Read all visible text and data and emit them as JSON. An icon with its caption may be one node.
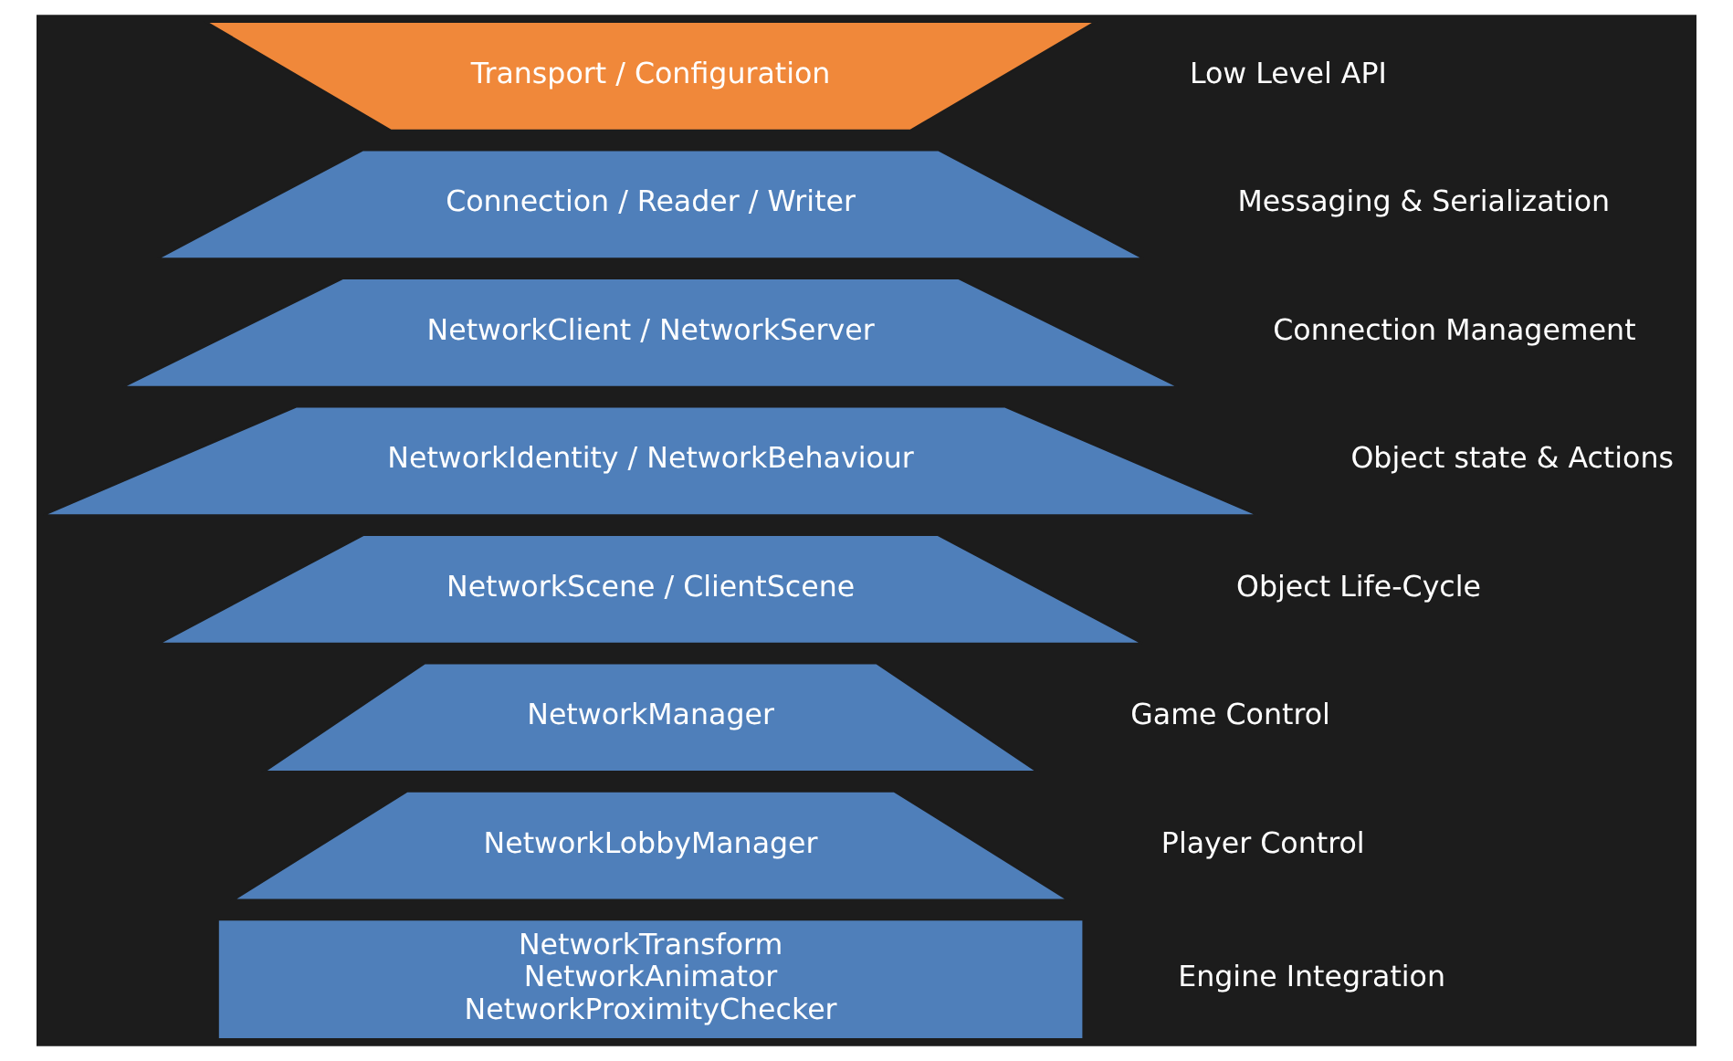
{
  "diagram": {
    "nodes": [
      {
        "text": [
          "Transport / Configuration"
        ],
        "beside": [
          "Low Level API"
        ]
      },
      {
        "text": [
          "Connection / Reader / Writer"
        ],
        "beside": [
          "Messaging & Serialization"
        ]
      },
      {
        "text": [
          "NetworkClient / NetworkServer"
        ],
        "beside": [
          "Connection Management"
        ]
      },
      {
        "text": [
          "NetworkIdentity / NetworkBehaviour"
        ],
        "beside": [
          "Object state & Actions"
        ]
      },
      {
        "text": [
          "NetworkScene / ClientScene"
        ],
        "beside": [
          "Object Life-Cycle"
        ]
      },
      {
        "text": [
          "NetworkManager"
        ],
        "beside": [
          "Game Control"
        ]
      },
      {
        "text": [
          "NetworkLobbyManager"
        ],
        "beside": [
          "Player Control"
        ]
      },
      {
        "text": [
          "NetworkTransform",
          "NetworkAnimator",
          "NetworkProximityChecker"
        ],
        "beside": [
          "Engine Integration"
        ]
      }
    ],
    "edges": []
  }
}
